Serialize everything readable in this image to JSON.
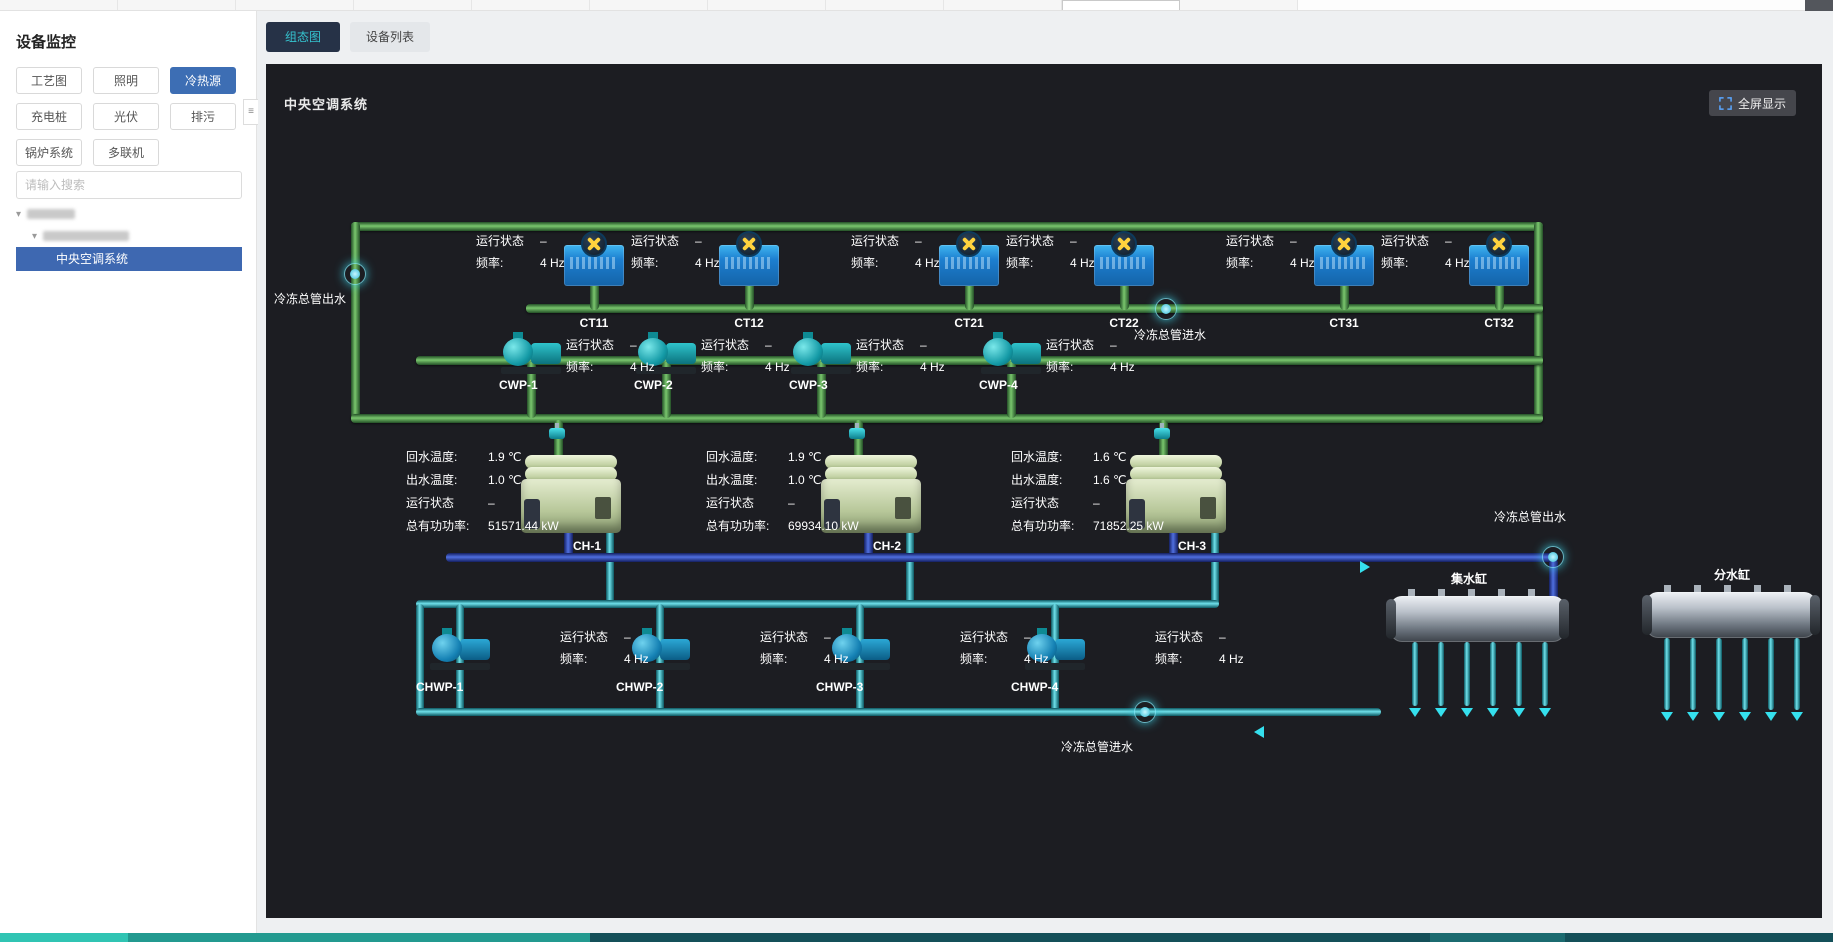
{
  "icons": {
    "tree_caret": "▾",
    "sidebar_collapse": "≡"
  },
  "sidebar": {
    "title": "设备监控",
    "filters": [
      {
        "label": "工艺图",
        "active": false
      },
      {
        "label": "照明",
        "active": false
      },
      {
        "label": "冷热源",
        "active": true
      },
      {
        "label": "充电桩",
        "active": false
      },
      {
        "label": "光伏",
        "active": false
      },
      {
        "label": "排污",
        "active": false
      },
      {
        "label": "锅炉系统",
        "active": false
      },
      {
        "label": "多联机",
        "active": false
      }
    ],
    "search_placeholder": "请输入搜索",
    "selected_node": "中央空调系统"
  },
  "main": {
    "view_tabs": [
      {
        "label": "组态图",
        "active": true
      },
      {
        "label": "设备列表",
        "active": false
      }
    ],
    "scene": {
      "title": "中央空调系统",
      "fullscreen_label": "全屏显示"
    }
  },
  "labels": {
    "status": "运行状态",
    "freq": "频率:",
    "return_temp": "回水温度:",
    "supply_temp": "出水温度:",
    "power": "总有功功率:",
    "chilled_main_out_left": "冷冻总管出水",
    "chilled_main_in_right": "冷冻总管进水",
    "chilled_main_out_right": "冷冻总管出水",
    "chilled_main_in_bottom": "冷冻总管进水",
    "collector_tank": "集水缸",
    "distributor_tank": "分水缸"
  },
  "devices": {
    "cooling_towers": [
      {
        "id": "CT11",
        "status": "–",
        "freq": "4 Hz"
      },
      {
        "id": "CT12",
        "status": "–",
        "freq": "4 Hz"
      },
      {
        "id": "CT21",
        "status": "–",
        "freq": "4 Hz"
      },
      {
        "id": "CT22",
        "status": "–",
        "freq": "4 Hz"
      },
      {
        "id": "CT31",
        "status": "–",
        "freq": "4 Hz"
      },
      {
        "id": "CT32",
        "status": "–",
        "freq": "4 Hz"
      }
    ],
    "cwp_pumps": [
      {
        "id": "CWP-1",
        "status": "–",
        "freq": "4 Hz"
      },
      {
        "id": "CWP-2",
        "status": "–",
        "freq": "4 Hz"
      },
      {
        "id": "CWP-3",
        "status": "–",
        "freq": "4 Hz"
      },
      {
        "id": "CWP-4",
        "status": "–",
        "freq": "4 Hz"
      }
    ],
    "chillers": [
      {
        "id": "CH-1",
        "return_temp": "1.9 ℃",
        "supply_temp": "1.0 ℃",
        "status": "–",
        "power": "51571.44 kW"
      },
      {
        "id": "CH-2",
        "return_temp": "1.9 ℃",
        "supply_temp": "1.0 ℃",
        "status": "–",
        "power": "69934.10 kW"
      },
      {
        "id": "CH-3",
        "return_temp": "1.6 ℃",
        "supply_temp": "1.6 ℃",
        "status": "–",
        "power": "71852.25 kW"
      }
    ],
    "chwp_pumps": [
      {
        "id": "CHWP-1",
        "status": "–",
        "freq": "4 Hz"
      },
      {
        "id": "CHWP-2",
        "status": "–",
        "freq": "4 Hz"
      },
      {
        "id": "CHWP-3",
        "status": "–",
        "freq": "4 Hz"
      },
      {
        "id": "CHWP-4",
        "status": "–",
        "freq": "4 Hz"
      }
    ]
  }
}
